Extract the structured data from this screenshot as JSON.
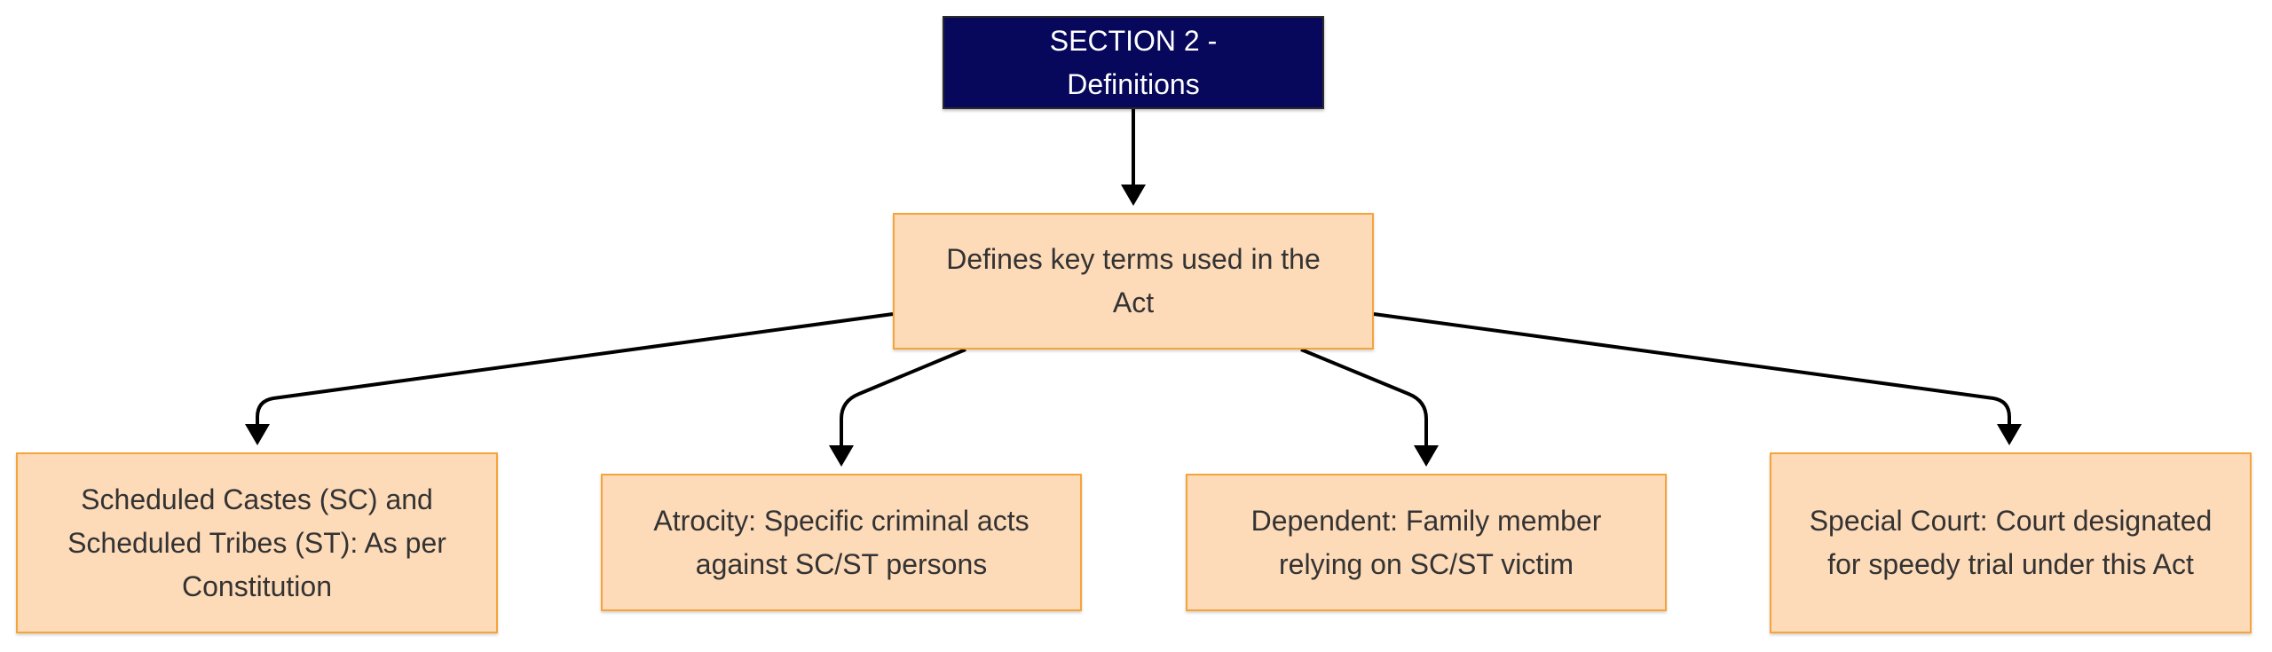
{
  "diagram": {
    "root": {
      "label": "SECTION 2 - Definitions"
    },
    "hub": {
      "label": "Defines key terms used in the Act"
    },
    "terms": [
      {
        "label": "Scheduled Castes (SC) and Scheduled Tribes (ST): As per Constitution"
      },
      {
        "label": "Atrocity: Specific criminal acts against SC/ST persons"
      },
      {
        "label": "Dependent: Family member relying on SC/ST victim"
      },
      {
        "label": "Special Court: Court designated for speedy trial under this Act"
      }
    ]
  },
  "colors": {
    "root_fill": "#07075c",
    "root_text": "#ffffff",
    "box_fill": "#fddab8",
    "box_border": "#f6a43a",
    "text": "#333333",
    "connector": "#000000"
  }
}
